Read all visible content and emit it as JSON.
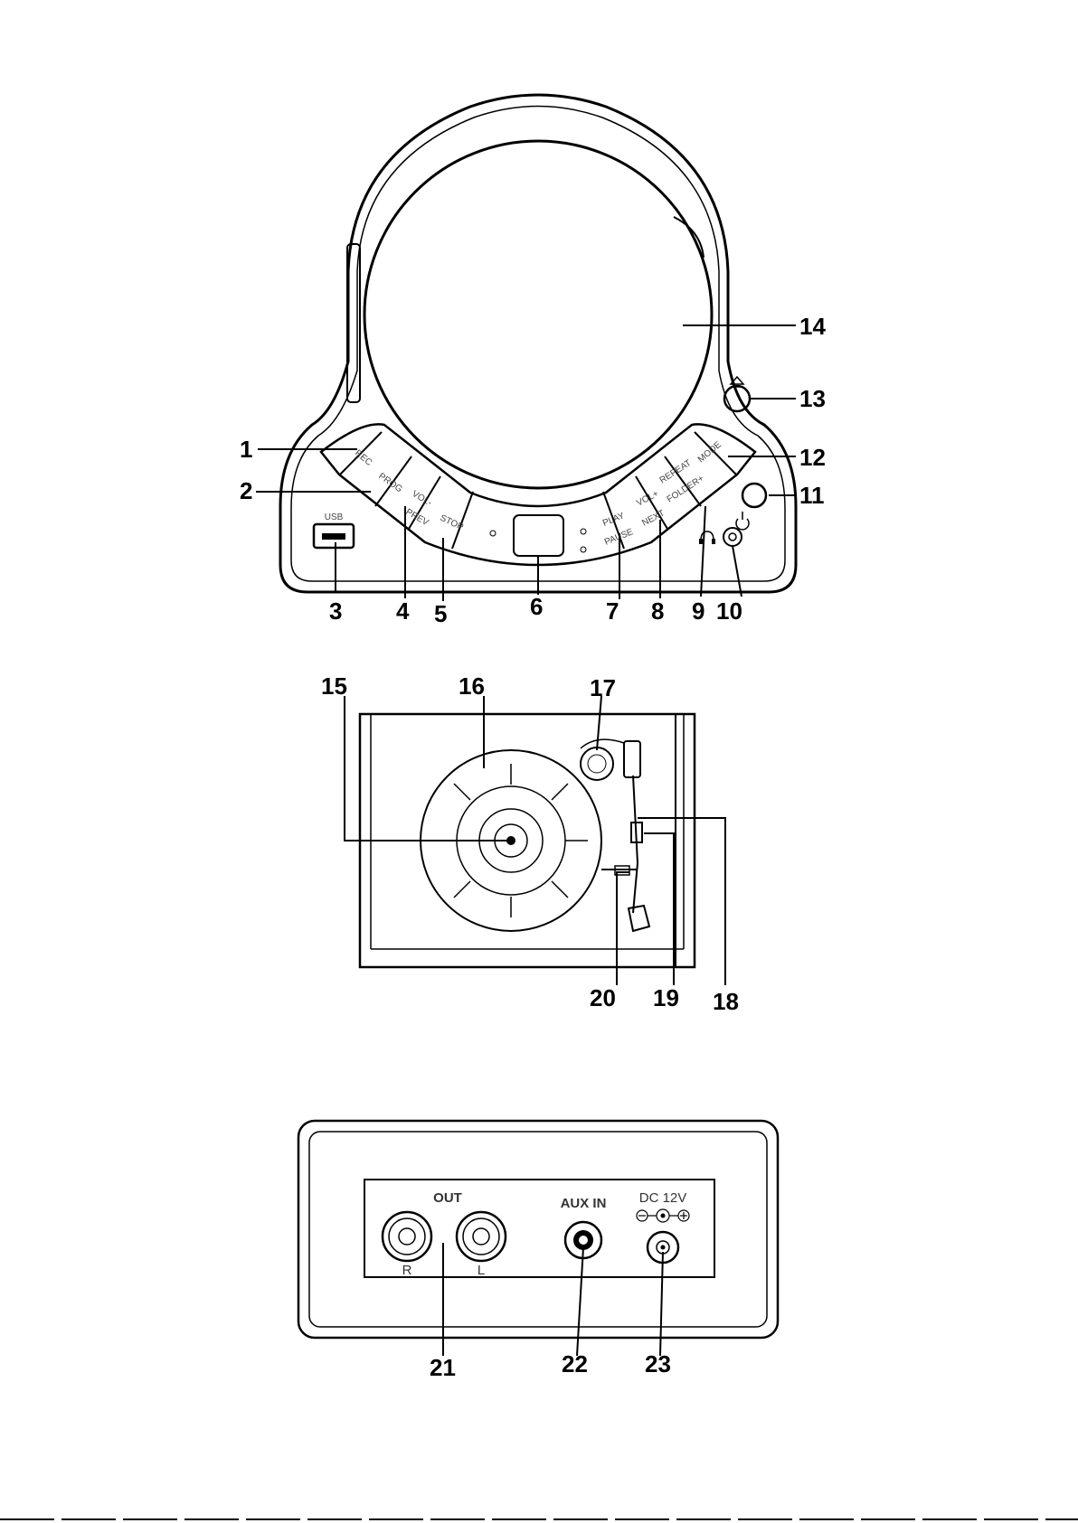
{
  "top_panel": {
    "callouts": [
      "1",
      "2",
      "3",
      "4",
      "5",
      "6",
      "7",
      "8",
      "9",
      "10",
      "11",
      "12",
      "13",
      "14"
    ],
    "buttons": {
      "rec": "REC",
      "prog": "PROG",
      "vol_minus": "VOL-",
      "prev": "PREV",
      "stop": "STOP",
      "play": "PLAY",
      "pause": "PAUSE",
      "vol_plus": "VOL+",
      "next": "NEXT",
      "repeat": "REPEAT",
      "folder": "FOLDER+",
      "mode": "MODE",
      "usb": "USB"
    },
    "icons": {
      "eject": "eject-icon",
      "power": "power-icon",
      "headphone": "headphone-icon"
    }
  },
  "turntable": {
    "callouts": [
      "15",
      "16",
      "17",
      "18",
      "19",
      "20"
    ]
  },
  "rear_panel": {
    "out_label": "OUT",
    "right_label": "R",
    "left_label": "L",
    "aux_label": "AUX IN",
    "dc_label": "DC 12V",
    "callouts": [
      "21",
      "22",
      "23"
    ]
  }
}
